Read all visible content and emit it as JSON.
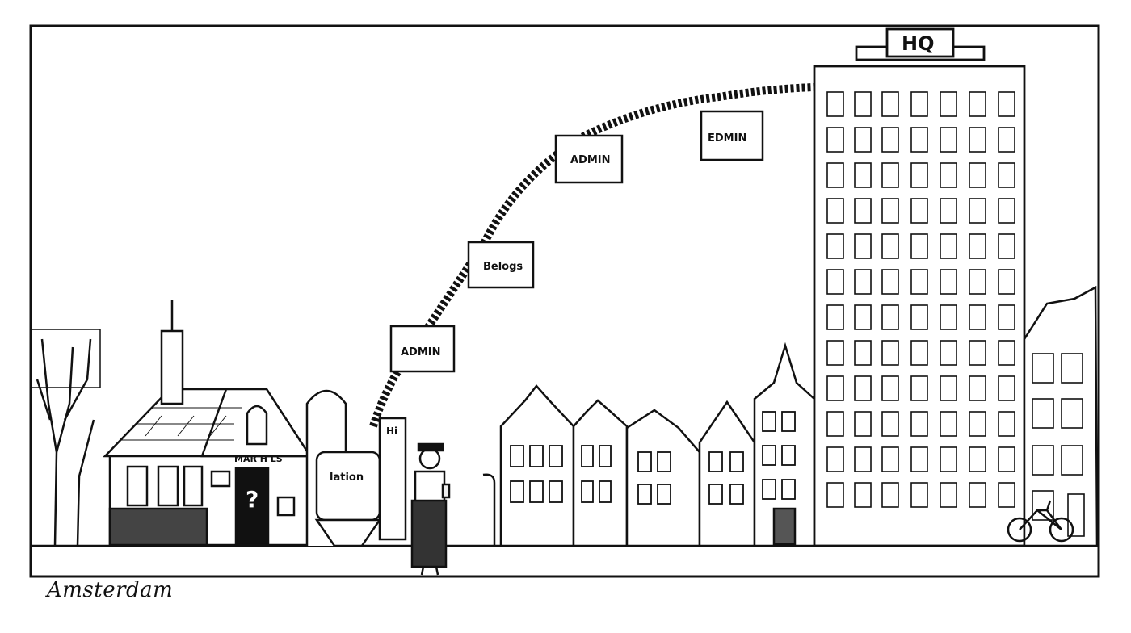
{
  "caption": "Amsterdam",
  "signs": {
    "hq": "HQ",
    "cabins": [
      "ADMIN",
      "Belogs",
      "ADMIN",
      "EDMIN"
    ],
    "house_sign": "MAR H LS",
    "door_mark": "?",
    "silo_label": "lation",
    "small_sign": "Hi"
  },
  "colors": {
    "ink": "#111111",
    "paper": "#ffffff",
    "shade": "#d8d8d8"
  }
}
